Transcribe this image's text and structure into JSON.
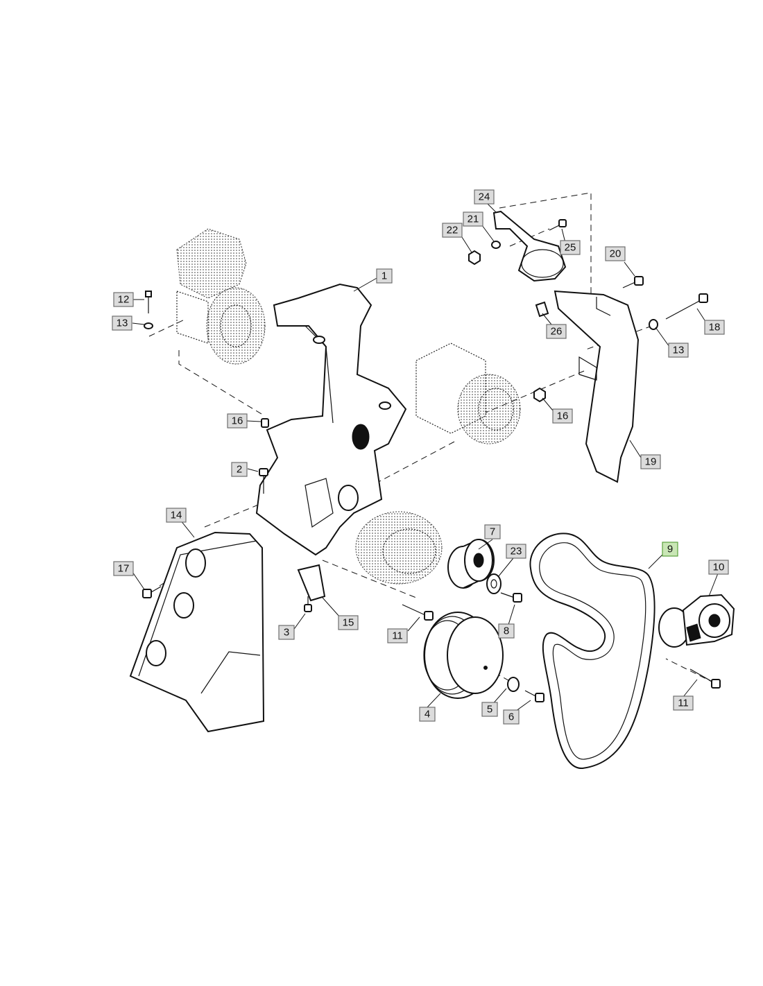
{
  "callouts": [
    {
      "id": "c1",
      "label": "1",
      "highlight": false
    },
    {
      "id": "c2",
      "label": "2",
      "highlight": false
    },
    {
      "id": "c3",
      "label": "3",
      "highlight": false
    },
    {
      "id": "c4",
      "label": "4",
      "highlight": false
    },
    {
      "id": "c5",
      "label": "5",
      "highlight": false
    },
    {
      "id": "c6",
      "label": "6",
      "highlight": false
    },
    {
      "id": "c7",
      "label": "7",
      "highlight": false
    },
    {
      "id": "c8",
      "label": "8",
      "highlight": false
    },
    {
      "id": "c9",
      "label": "9",
      "highlight": true
    },
    {
      "id": "c10",
      "label": "10",
      "highlight": false
    },
    {
      "id": "c11a",
      "label": "11",
      "highlight": false
    },
    {
      "id": "c11b",
      "label": "11",
      "highlight": false
    },
    {
      "id": "c12",
      "label": "12",
      "highlight": false
    },
    {
      "id": "c13a",
      "label": "13",
      "highlight": false
    },
    {
      "id": "c13b",
      "label": "13",
      "highlight": false
    },
    {
      "id": "c14",
      "label": "14",
      "highlight": false
    },
    {
      "id": "c15",
      "label": "15",
      "highlight": false
    },
    {
      "id": "c16a",
      "label": "16",
      "highlight": false
    },
    {
      "id": "c16b",
      "label": "16",
      "highlight": false
    },
    {
      "id": "c17",
      "label": "17",
      "highlight": false
    },
    {
      "id": "c18",
      "label": "18",
      "highlight": false
    },
    {
      "id": "c19",
      "label": "19",
      "highlight": false
    },
    {
      "id": "c20",
      "label": "20",
      "highlight": false
    },
    {
      "id": "c21",
      "label": "21",
      "highlight": false
    },
    {
      "id": "c22",
      "label": "22",
      "highlight": false
    },
    {
      "id": "c23",
      "label": "23",
      "highlight": false
    },
    {
      "id": "c24",
      "label": "24",
      "highlight": false
    },
    {
      "id": "c25",
      "label": "25",
      "highlight": false
    },
    {
      "id": "c26",
      "label": "26",
      "highlight": false
    }
  ],
  "colors": {
    "line": "#111111",
    "callout_fill": "#dcdcdc",
    "callout_highlight_fill": "#c9e6b5",
    "callout_highlight_stroke": "#5aa03c"
  },
  "icons": [
    "mounting-bracket-icon",
    "v-belt-icon",
    "pulley-icon",
    "tensioner-icon",
    "bolt-icon",
    "washer-icon",
    "nut-icon",
    "shield-icon"
  ]
}
